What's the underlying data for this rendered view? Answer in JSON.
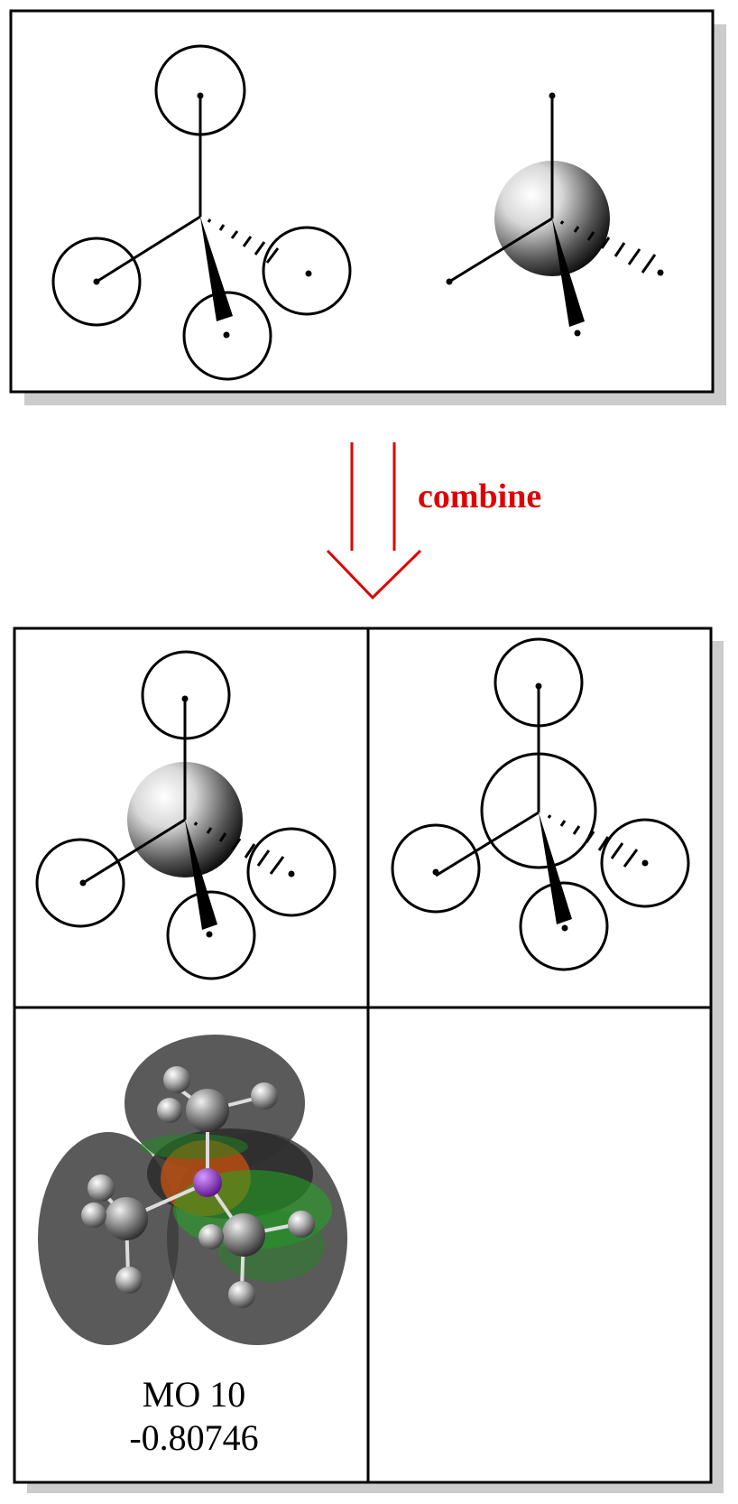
{
  "combine_label": "combine",
  "mo": {
    "name": "MO 10",
    "energy": "-0.80746"
  },
  "colors": {
    "arrow": "#e00000",
    "stroke": "#000000",
    "shadow": "#cccccc",
    "lobe": "#555555",
    "phase_green": "#22aa22",
    "phase_orange": "#c05010",
    "central_atom": "#7722aa"
  }
}
